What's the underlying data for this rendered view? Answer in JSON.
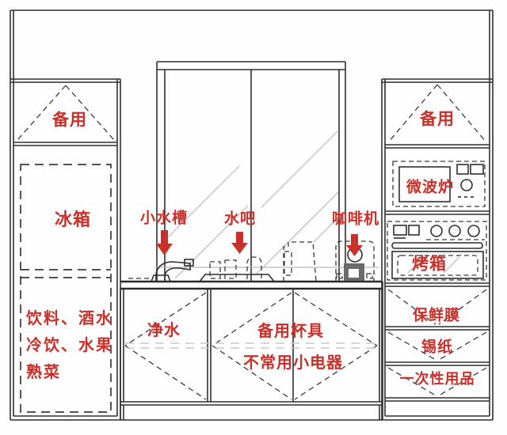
{
  "diagram": {
    "type": "kitchen-cabinet-elevation",
    "colors": {
      "label_red": "#c9302a",
      "line": "#2f2f2f",
      "glass_gray": "#b9b9b9"
    },
    "icons": {
      "down_arrow": "▼"
    },
    "left_cabinet": {
      "spare_label": "备用",
      "fridge_label": "冰箱",
      "fridge_items": [
        "饮料、酒水",
        "冷饮、水果",
        "熟菜"
      ]
    },
    "counter": {
      "sink_label": "小水槽",
      "water_bar_label": "水吧",
      "coffee_machine_label": "咖啡机"
    },
    "base_cabinet": {
      "water_purifier_label": "净水",
      "spare_cups_label": "备用杯具",
      "rare_appliances_label": "不常用小电器"
    },
    "right_cabinet": {
      "spare_label": "备用",
      "microwave_label": "微波炉",
      "oven_label": "烤箱",
      "drawers": [
        "保鲜膜",
        "锡纸",
        "一次性用品"
      ]
    }
  }
}
